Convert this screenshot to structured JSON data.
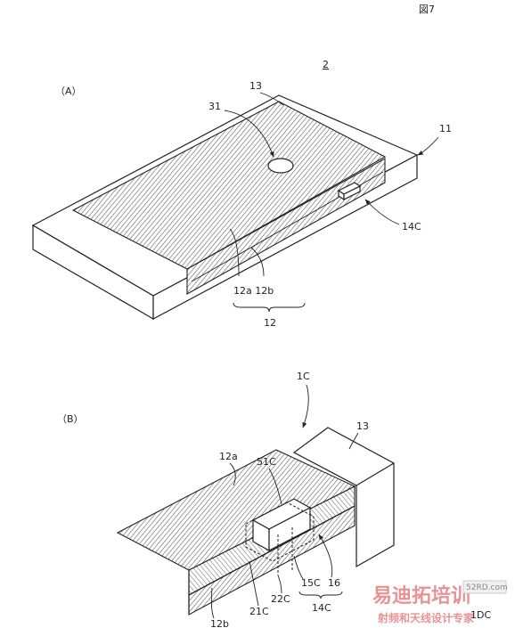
{
  "figure": {
    "label": "図7",
    "device_number": "2",
    "panel_a": "（A）",
    "panel_b": "（B）"
  },
  "callouts_a": {
    "c13": "13",
    "c31": "31",
    "c11": "11",
    "c14c": "14C",
    "c12a_12b": "12a 12b",
    "c12": "12"
  },
  "callouts_b": {
    "c1c": "1C",
    "c13": "13",
    "c12a": "12a",
    "c51c": "51C",
    "c15c": "15C",
    "c16": "16",
    "c22c": "22C",
    "c21c": "21C",
    "c14c": "14C",
    "c12b": "12b",
    "c1dc": "1DC"
  },
  "watermark": {
    "title": "易迪拓培训",
    "subtitle": "射频和天线设计专家",
    "site": "52RD.com"
  }
}
